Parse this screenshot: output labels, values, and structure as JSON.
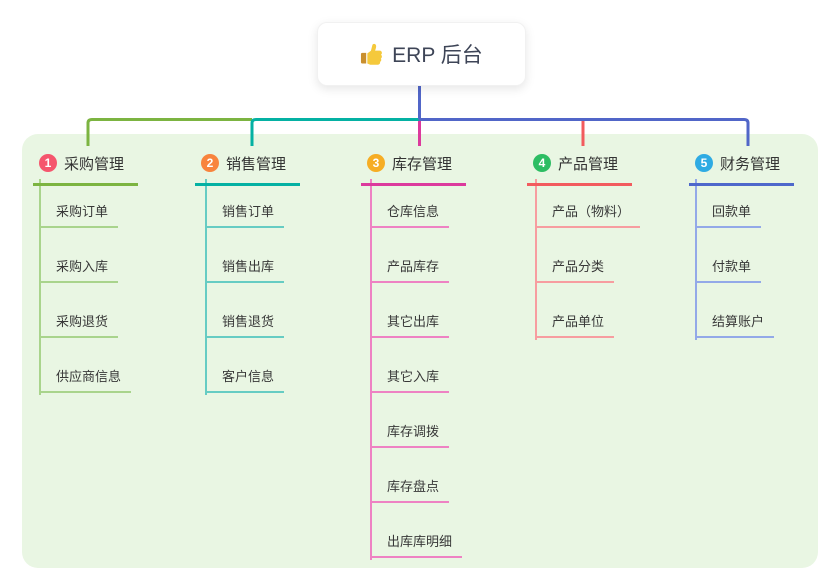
{
  "root": {
    "icon": "thumbs-up-icon",
    "label": "ERP 后台"
  },
  "canvas": {
    "page_bg": "#ffffff",
    "panel_bg": "#e9f6e3",
    "trunk_color": "#5166c8",
    "header_text_color": "#333333",
    "child_text_color": "#383838",
    "root_text_color": "#3e4557"
  },
  "branches": [
    {
      "num": "1",
      "label": "采购管理",
      "badge_color": "#f5566d",
      "line_color": "#7cb441",
      "child_line_color": "#a9d48c",
      "children": [
        "采购订单",
        "采购入库",
        "采购退货",
        "供应商信息"
      ]
    },
    {
      "num": "2",
      "label": "销售管理",
      "badge_color": "#f8843d",
      "line_color": "#04b1a3",
      "child_line_color": "#66ccc3",
      "children": [
        "销售订单",
        "销售出库",
        "销售退货",
        "客户信息"
      ]
    },
    {
      "num": "3",
      "label": "库存管理",
      "badge_color": "#f6ad24",
      "line_color": "#dc3a9d",
      "child_line_color": "#ee82c3",
      "children": [
        "仓库信息",
        "产品库存",
        "其它出库",
        "其它入库",
        "库存调拨",
        "库存盘点",
        "出库库明细"
      ]
    },
    {
      "num": "4",
      "label": "产品管理",
      "badge_color": "#2dbd63",
      "line_color": "#f25b5e",
      "child_line_color": "#f79da0",
      "children": [
        "产品（物料）",
        "产品分类",
        "产品单位"
      ]
    },
    {
      "num": "5",
      "label": "财务管理",
      "badge_color": "#2fabe3",
      "line_color": "#4e68cb",
      "child_line_color": "#93a9e8",
      "children": [
        "回款单",
        "付款单",
        "结算账户"
      ]
    }
  ]
}
